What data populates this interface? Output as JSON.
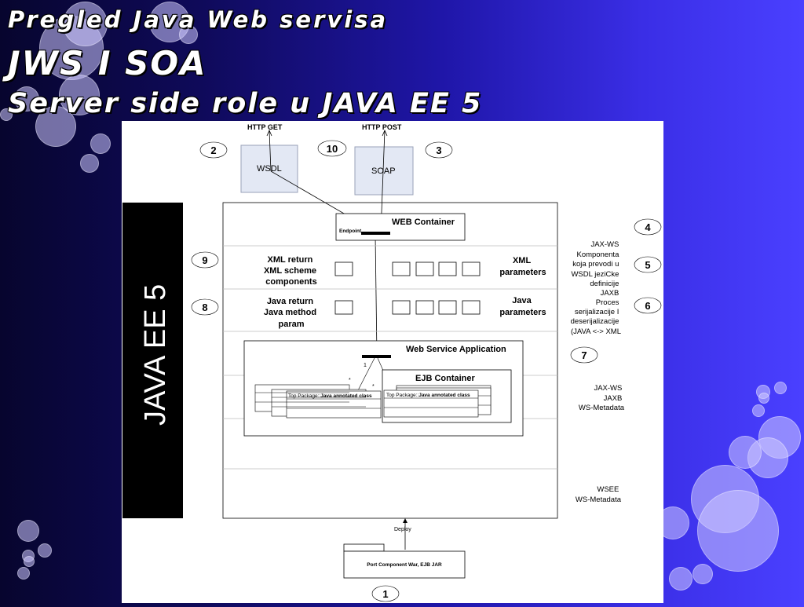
{
  "slide": {
    "title_line1": "Pregled Java Web servisa",
    "title_line2": "JWS I SOA",
    "title_line3": "Server side role u JAVA EE 5"
  },
  "diagram": {
    "http_get": "HTTP GET",
    "http_post": "HTTP POST",
    "wsdl": "WSDL",
    "soap": "SOAP",
    "java_ee_label": "JAVA EE 5",
    "web_container": "WEB Container",
    "endpoint": "Endpoint",
    "xml_return": [
      "XML return",
      "XML scheme",
      "components"
    ],
    "xml_parameters": [
      "XML",
      "parameters"
    ],
    "java_return": [
      "Java return",
      "Java method",
      "param"
    ],
    "java_parameters": [
      "Java",
      "parameters"
    ],
    "web_service_app": "Web Service Application",
    "ejb_container": "EJB Container",
    "top_package": "Top Package::",
    "annotated_class": "Java annotated class",
    "mult_one": "1",
    "mult_many": "*",
    "deploy": "Deploy",
    "port_component": "Port Component War, EJB JAR",
    "numbers": {
      "n1": "1",
      "n2": "2",
      "n3": "3",
      "n4": "4",
      "n5": "5",
      "n6": "6",
      "n7": "7",
      "n8": "8",
      "n9": "9",
      "n10": "10"
    },
    "note_jaxws": [
      "JAX-WS",
      "Komponenta",
      "koja prevodi u",
      "WSDL jeziCke",
      "definicije",
      "JAXB",
      "Proces",
      "serijalizacije I",
      "deserijalizacije",
      "(JAVA <-> XML"
    ],
    "note_ejb": [
      "JAX-WS",
      "JAXB",
      "WS-Metadata"
    ],
    "note_wsee": [
      "WSEE",
      "WS-Metadata"
    ]
  }
}
